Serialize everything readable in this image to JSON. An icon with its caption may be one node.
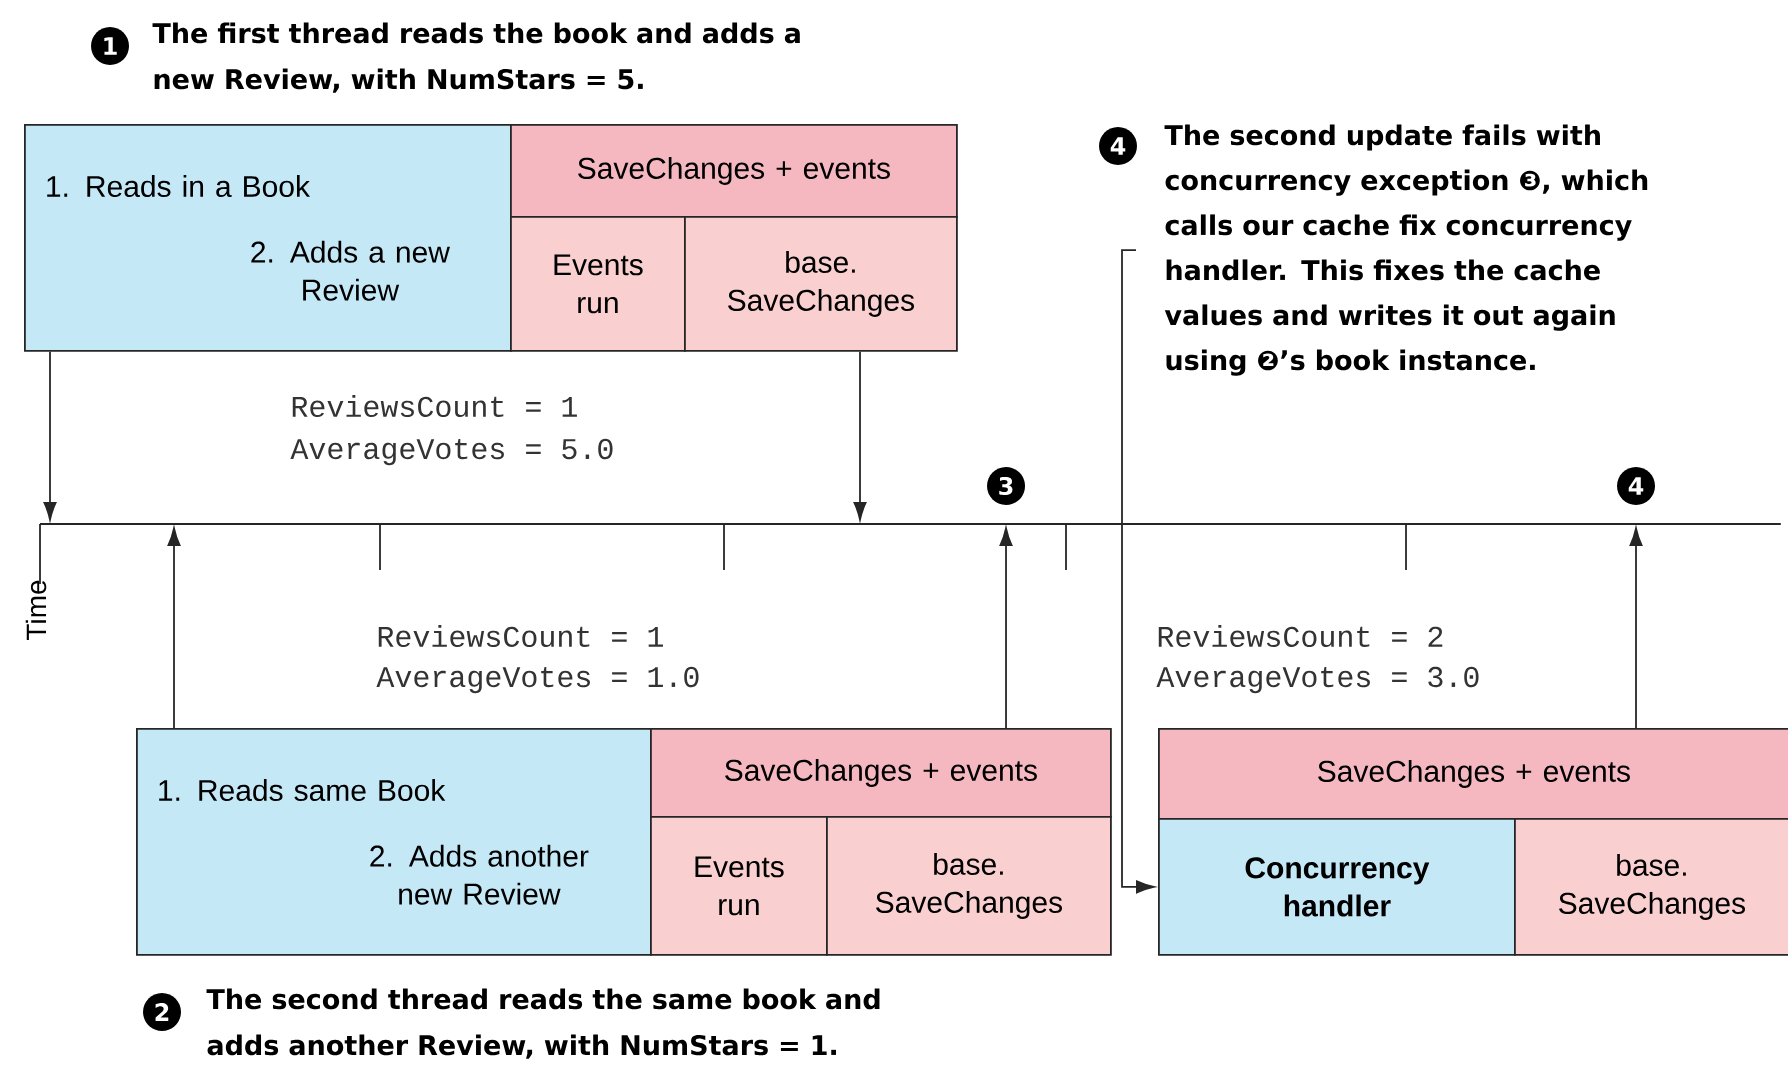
{
  "diagram": {
    "nodes": [
      {
        "text": [
          "1. Reads in a Book",
          "2. Adds a new Review"
        ]
      },
      {
        "text": [
          "SaveChanges + events"
        ]
      },
      {
        "text": [
          "Events run"
        ]
      },
      {
        "text": [
          "base. SaveChanges"
        ]
      },
      {
        "text": [
          "1. Reads same Book",
          "2. Adds another new Review"
        ]
      },
      {
        "text": [
          "SaveChanges + events"
        ]
      },
      {
        "text": [
          "Events run"
        ]
      },
      {
        "text": [
          "base. SaveChanges"
        ]
      },
      {
        "text": [
          "SaveChanges + events"
        ]
      },
      {
        "text": [
          "Concurrency handler"
        ]
      },
      {
        "text": [
          "base. SaveChanges"
        ]
      },
      {
        "text": [
          "The second update fails with concurrency exception ❸, which calls our cache fix concurrency handler. This fixes the cache values and writes it out again using ❷’s book instance."
        ]
      },
      {
        "text": [],
        "shape": "line"
      }
    ],
    "edges": [
      {
        "from": 0,
        "to": 12,
        "arrow": "to"
      },
      {
        "from": 3,
        "to": 12,
        "arrow": "to"
      },
      {
        "from": 4,
        "to": 12,
        "arrow": "to"
      },
      {
        "from": 5,
        "to": 12,
        "arrow": "to"
      },
      {
        "from": 8,
        "to": 12,
        "arrow": "to"
      },
      {
        "from": 11,
        "to": 9,
        "arrow": "to"
      }
    ],
    "labels": [
      "1",
      "The first thread reads the book and adds a new Review, with NumStars = 5.",
      "4",
      "ReviewsCount = 1",
      "AverageVotes = 5.0",
      "3",
      "4",
      "Time",
      "ReviewsCount = 1",
      "AverageVotes = 1.0",
      "ReviewsCount = 2",
      "AverageVotes = 3.0",
      "2",
      "The second thread reads the same book and adds another Review, with NumStars = 1."
    ]
  }
}
